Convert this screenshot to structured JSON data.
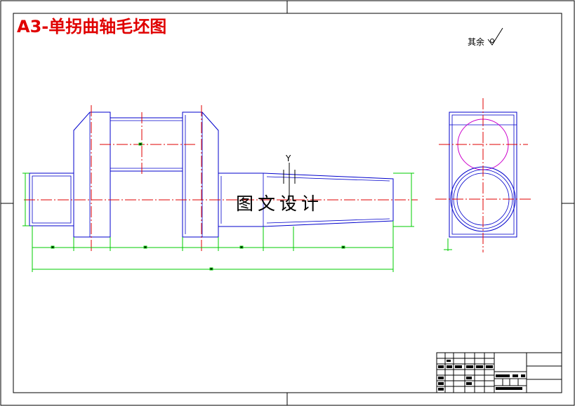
{
  "drawing": {
    "title": "A3-单拐曲轴毛坯图",
    "surface_note": "其余",
    "watermark": "图文设计",
    "axis_label": "Y"
  },
  "colors": {
    "title": "#e00000",
    "part_outline": "#0000cc",
    "centerline": "#e00000",
    "dimension": "#00cc00",
    "circle": "#cc00cc",
    "frame": "#000000"
  },
  "icons": {
    "roughness_symbol": "surface-roughness-icon"
  }
}
